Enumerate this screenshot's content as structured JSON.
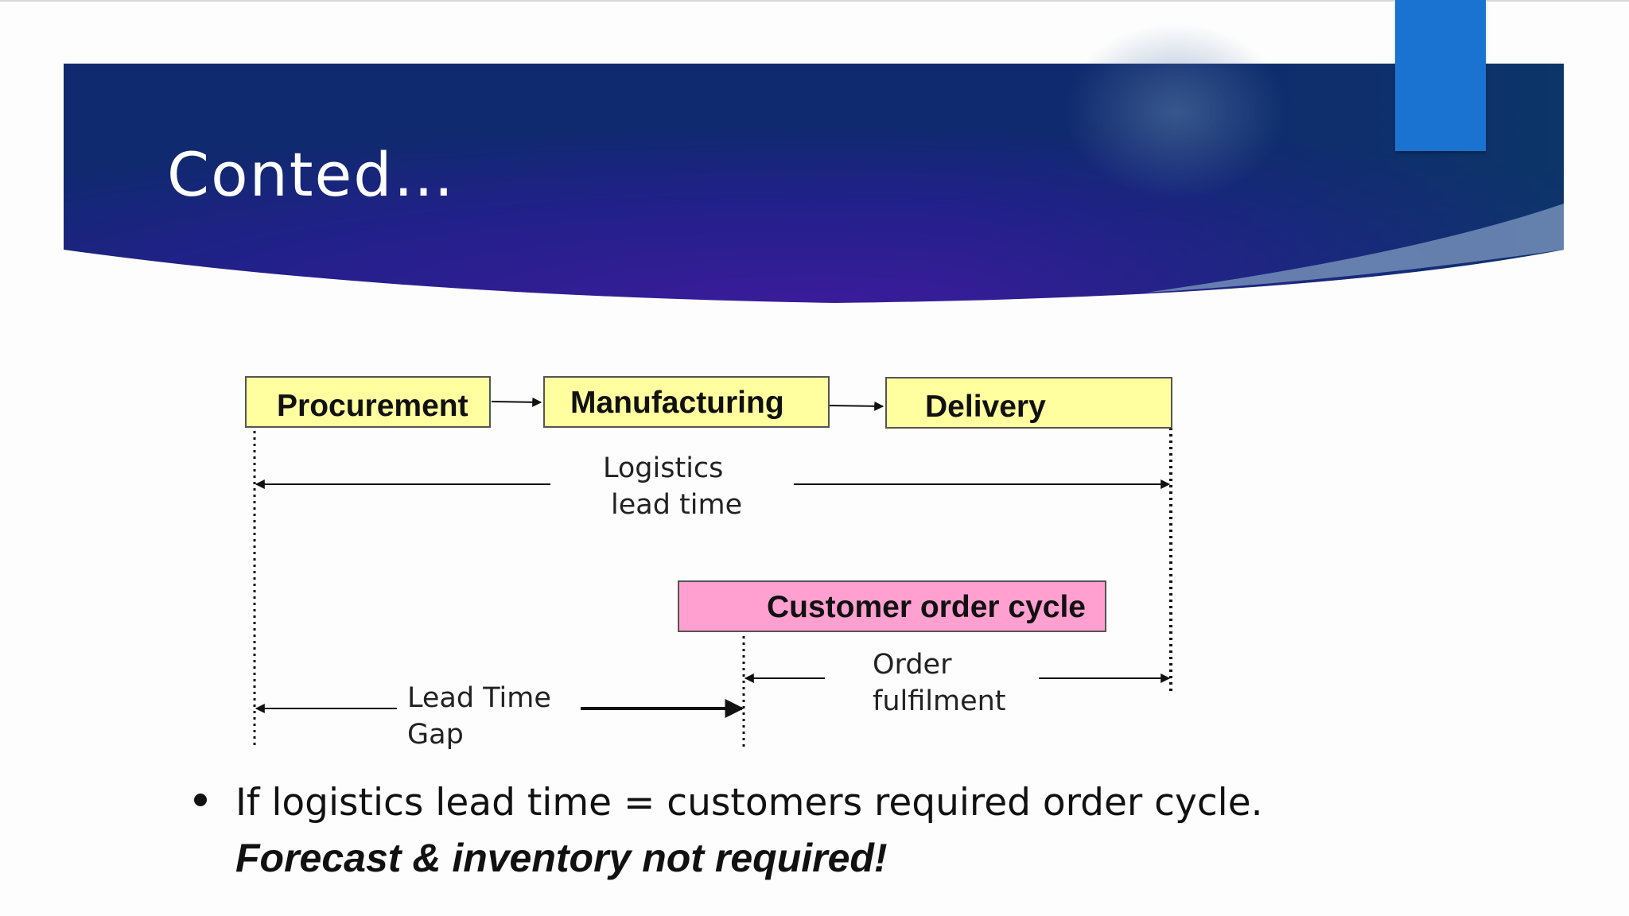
{
  "slide": {
    "title": "Conted…"
  },
  "diagram": {
    "stages": [
      "Procurement",
      "Manufacturing",
      "Delivery"
    ],
    "customer_order_cycle": "Customer order cycle",
    "logistics_lead_time": [
      "Logistics",
      "lead time"
    ],
    "order_fulfilment": [
      "Order",
      "fulfilment"
    ],
    "lead_time_gap": [
      "Lead Time",
      "Gap"
    ]
  },
  "bullet": {
    "text": "If logistics lead time = customers required order cycle.",
    "emphasis": "Forecast & inventory not required!"
  },
  "colors": {
    "banner_dark": "#0f2a6e",
    "banner_purple": "#3a1c9a",
    "accent_tab": "#1a73d0",
    "stage_box": "#ffffa0",
    "cycle_box": "#ffa0d0"
  }
}
